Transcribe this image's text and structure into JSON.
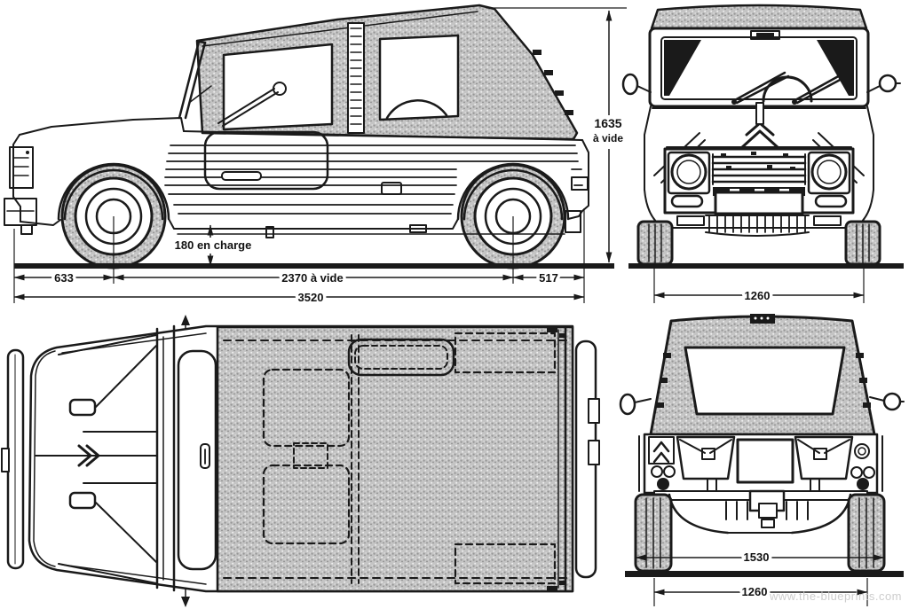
{
  "drawing": {
    "watermark": "www.the-blueprints.com",
    "colors": {
      "line": "#1a1a1a",
      "canvas_texture": "#c4c4c4",
      "background": "#ffffff",
      "watermark": "#c8c8c8"
    },
    "icons": {
      "brand_logo": "citroen-double-chevron"
    }
  },
  "dimensions": {
    "side_view": {
      "height_value": "1635",
      "height_qualifier": "à vide",
      "ground_clearance": "180 en charge",
      "front_overhang": "633",
      "wheelbase": "2370 à vide",
      "rear_overhang": "517",
      "overall_length": "3520"
    },
    "front_view": {
      "front_track": "1260"
    },
    "rear_view": {
      "overall_width": "1530",
      "rear_track": "1260"
    }
  }
}
